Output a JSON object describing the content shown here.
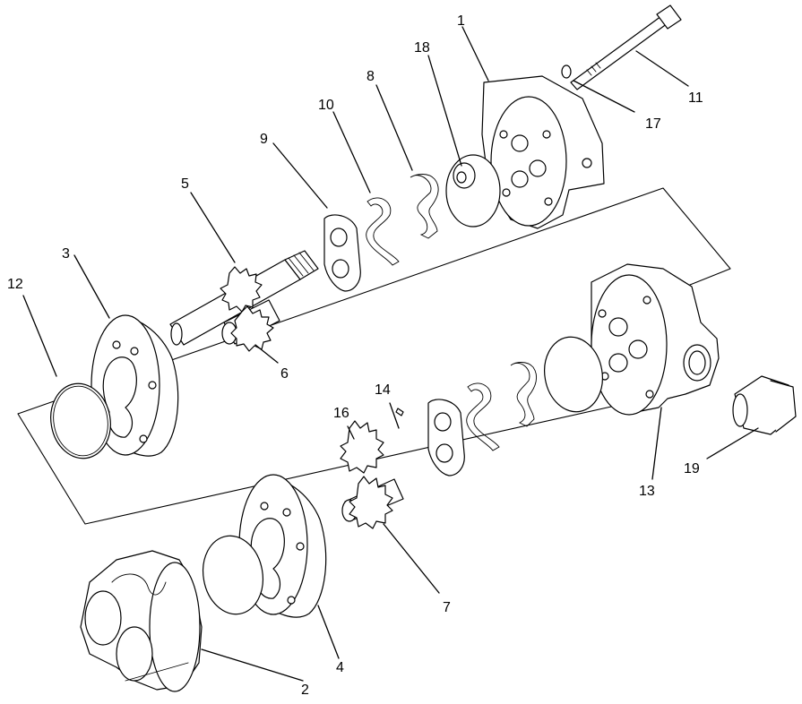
{
  "diagram": {
    "callouts": [
      {
        "id": "1",
        "label": "1"
      },
      {
        "id": "2",
        "label": "2"
      },
      {
        "id": "3",
        "label": "3"
      },
      {
        "id": "4",
        "label": "4"
      },
      {
        "id": "5",
        "label": "5"
      },
      {
        "id": "6",
        "label": "6"
      },
      {
        "id": "7",
        "label": "7"
      },
      {
        "id": "8",
        "label": "8"
      },
      {
        "id": "9",
        "label": "9"
      },
      {
        "id": "10",
        "label": "10"
      },
      {
        "id": "11",
        "label": "11"
      },
      {
        "id": "12",
        "label": "12"
      },
      {
        "id": "13",
        "label": "13"
      },
      {
        "id": "14",
        "label": "14"
      },
      {
        "id": "16",
        "label": "16"
      },
      {
        "id": "17",
        "label": "17"
      },
      {
        "id": "18",
        "label": "18"
      },
      {
        "id": "19",
        "label": "19"
      }
    ],
    "colors": {
      "line": "#000000",
      "background": "#ffffff"
    }
  }
}
